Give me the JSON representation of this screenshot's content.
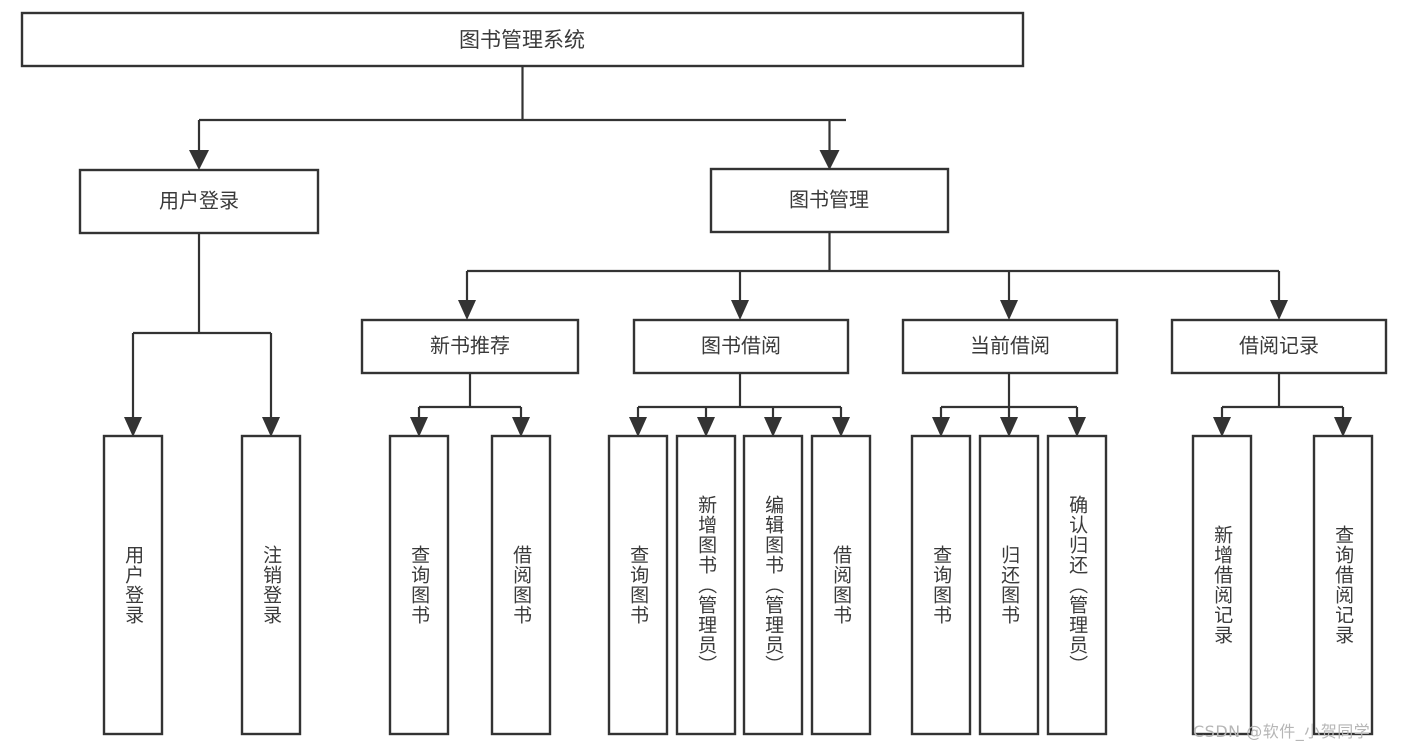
{
  "diagram": {
    "type": "tree",
    "title_node": {
      "label": "图书管理系统"
    },
    "level2": [
      {
        "label": "用户登录"
      },
      {
        "label": "图书管理"
      }
    ],
    "level3": [
      {
        "label": "新书推荐"
      },
      {
        "label": "图书借阅"
      },
      {
        "label": "当前借阅"
      },
      {
        "label": "借阅记录"
      }
    ],
    "leaves": {
      "user_login": [
        {
          "label": "用户登录"
        },
        {
          "label": "注销登录"
        }
      ],
      "new_book_recommend": [
        {
          "label": "查询图书"
        },
        {
          "label": "借阅图书"
        }
      ],
      "book_borrow": [
        {
          "label": "查询图书"
        },
        {
          "label": "新增图书（管理员）"
        },
        {
          "label": "编辑图书（管理员）"
        },
        {
          "label": "借阅图书"
        }
      ],
      "current_borrow": [
        {
          "label": "查询图书"
        },
        {
          "label": "归还图书"
        },
        {
          "label": "确认归还（管理员）"
        }
      ],
      "borrow_record": [
        {
          "label": "新增借阅记录"
        },
        {
          "label": "查询借阅记录"
        }
      ]
    }
  },
  "watermark": {
    "text": "CSDN @软件_小贺同学"
  },
  "colors": {
    "box_stroke": "#333333",
    "box_fill": "#ffffff",
    "text": "#3a3a3a",
    "watermark": "#b6b6b6",
    "background": "#ffffff"
  }
}
